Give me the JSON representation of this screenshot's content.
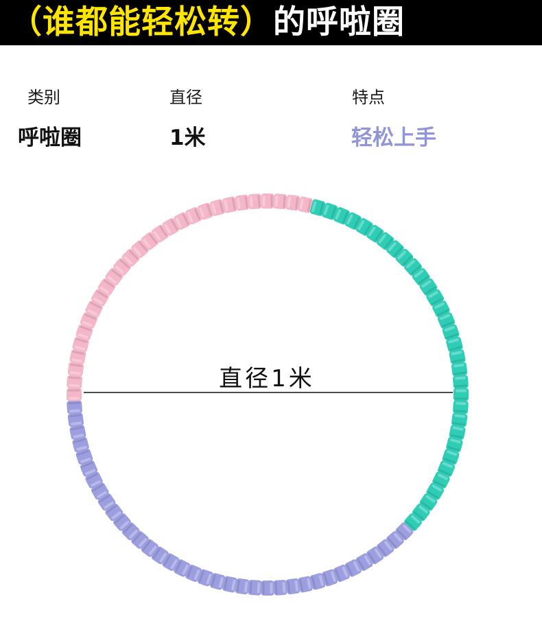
{
  "banner": {
    "title_highlight": "（谁都能轻松转）",
    "title_rest": "的呼啦圈",
    "highlight_color": "#ffe600",
    "background_color": "#000000"
  },
  "specs": [
    {
      "label": "类别",
      "value": "呼啦圈"
    },
    {
      "label": "直径",
      "value": "1米"
    },
    {
      "label": "特点",
      "value": "轻松上手",
      "value_color": "#8f95d8"
    }
  ],
  "hoop": {
    "diameter_label": "直径1米",
    "colors": {
      "pink": "#f4b6c9",
      "teal": "#2fcdb6",
      "purple": "#9d9ee0"
    }
  }
}
